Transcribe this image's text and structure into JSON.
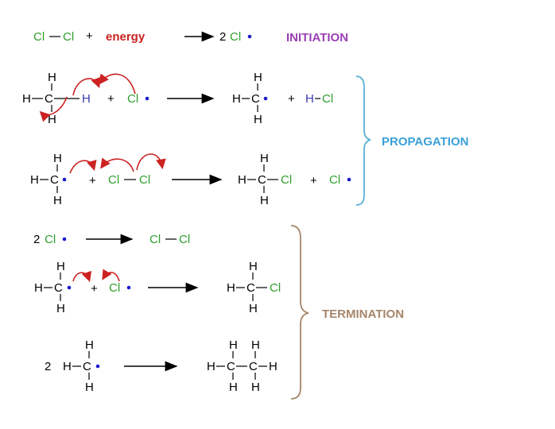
{
  "colors": {
    "chlorine": "#2e9e2e",
    "radical_dot": "#1a1acc",
    "energy": "#cc2222",
    "initiation": "#9b3fb5",
    "propagation": "#3aa0d8",
    "termination": "#a6866a",
    "curly_arrow": "#cc2222"
  },
  "labels": {
    "initiation": "INITIATION",
    "propagation": "PROPAGATION",
    "termination": "TERMINATION",
    "energy": "energy"
  },
  "symbols": {
    "cl": "Cl",
    "h": "H",
    "c": "C",
    "plus": "+",
    "coef2": "2"
  }
}
